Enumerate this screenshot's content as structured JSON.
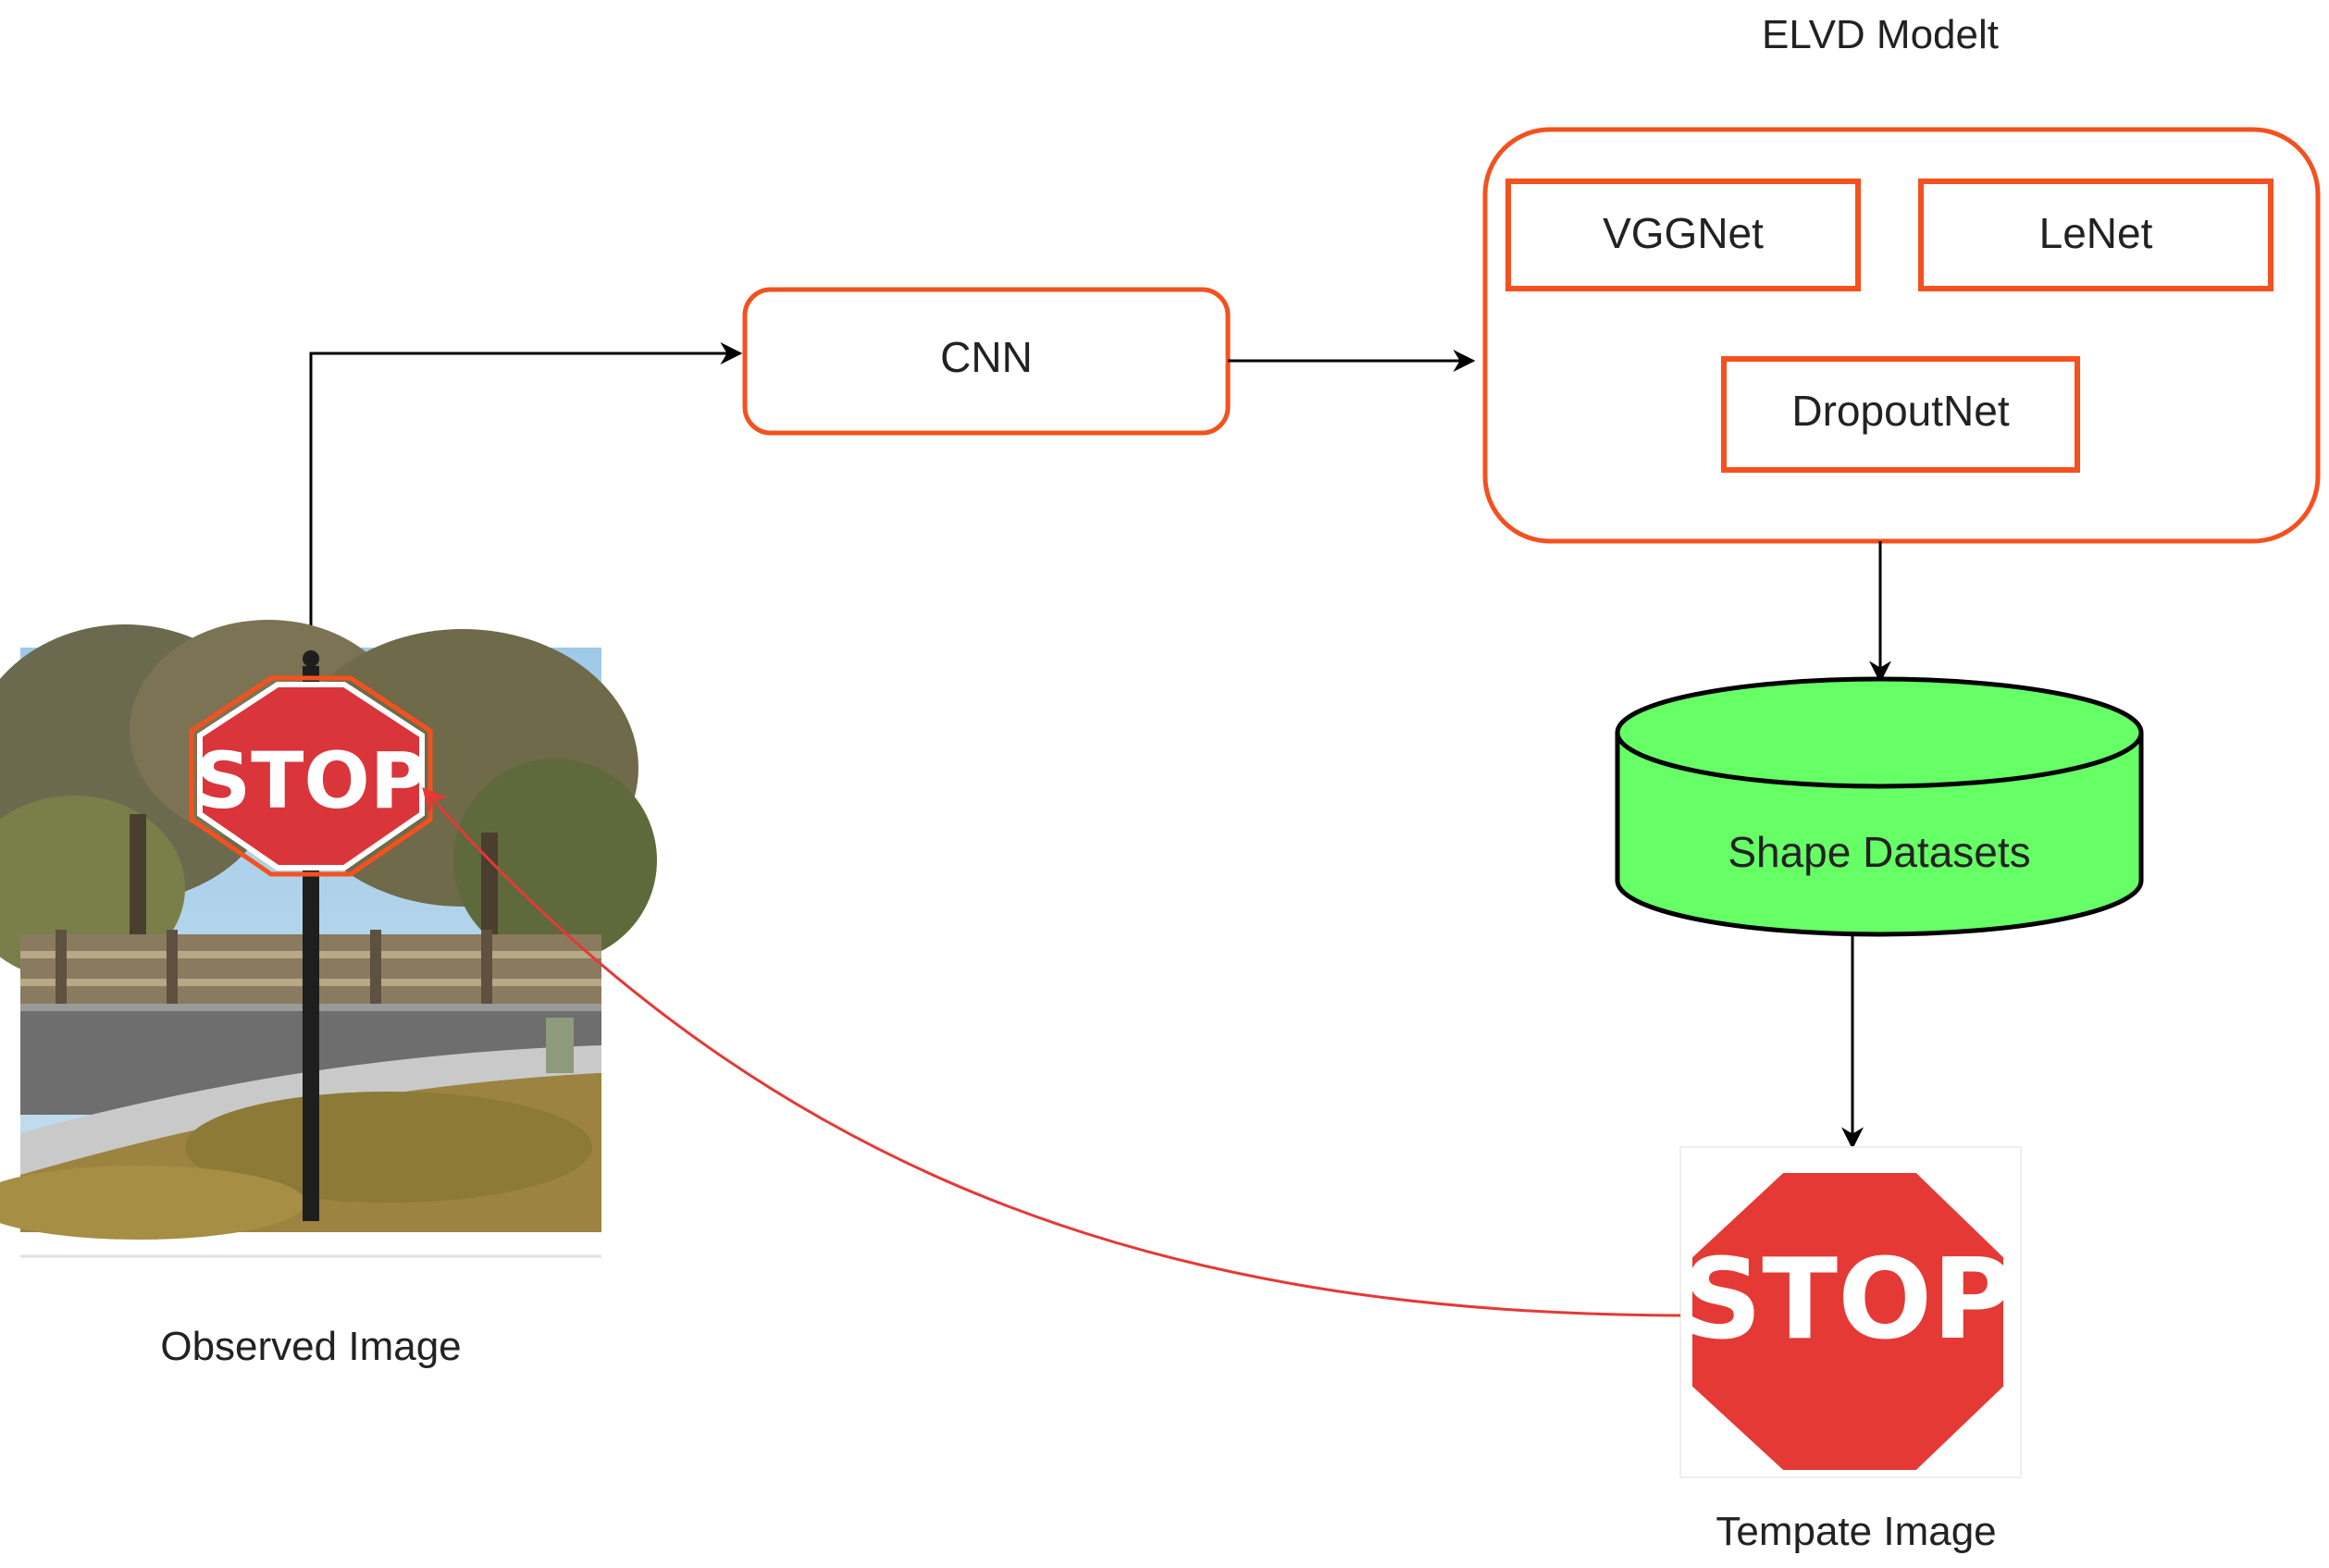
{
  "model_group": {
    "title": "ELVD Modelt",
    "models": [
      "VGGNet",
      "LeNet",
      "DropoutNet"
    ]
  },
  "cnn": {
    "label": "CNN"
  },
  "dataset": {
    "label": "Shape Datasets"
  },
  "observed": {
    "caption": "Observed Image",
    "sign_text": "STOP"
  },
  "template": {
    "caption": "Tempate Image",
    "sign_text": "STOP"
  },
  "colors": {
    "box_border": "#f4511e",
    "database_fill": "#66ff66",
    "arrow": "#000000",
    "match_arrow": "#e53935",
    "sign_red": "#e53935"
  }
}
